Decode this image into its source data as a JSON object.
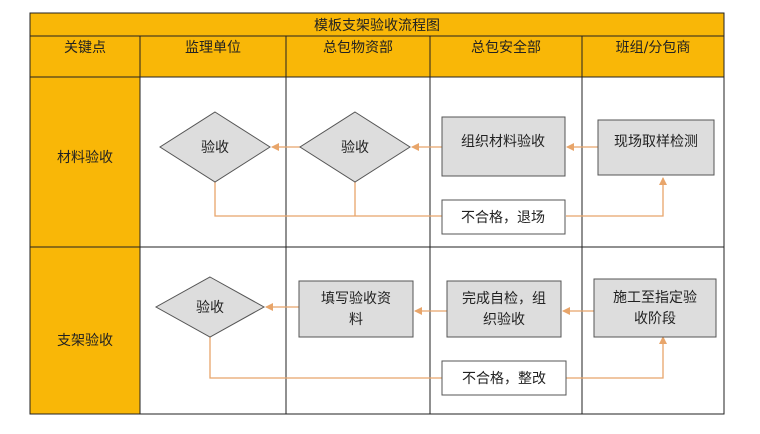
{
  "title": "模板支架验收流程图",
  "columns": [
    "关键点",
    "监理单位",
    "总包物资部",
    "总包安全部",
    "班组/分包商"
  ],
  "rows": [
    "材料验收",
    "支架验收"
  ],
  "row1": {
    "supervisor_node": "验收",
    "materials_node": "验收",
    "safety_node": "组织材料验收",
    "team_node": "现场取样检测",
    "reject_note": "不合格，退场"
  },
  "row2": {
    "supervisor_node": "验收",
    "materials_node_lines": [
      "填写验收资",
      "料"
    ],
    "safety_node_lines": [
      "完成自检，组",
      "织验收"
    ],
    "team_node_lines": [
      "施工至指定验",
      "收阶段"
    ],
    "reject_note": "不合格，整改"
  },
  "colors": {
    "header": "#f9b707",
    "border": "#222222",
    "node_fill": "#dddddd",
    "node_stroke": "#555555",
    "arrow": "#e8a56a"
  }
}
